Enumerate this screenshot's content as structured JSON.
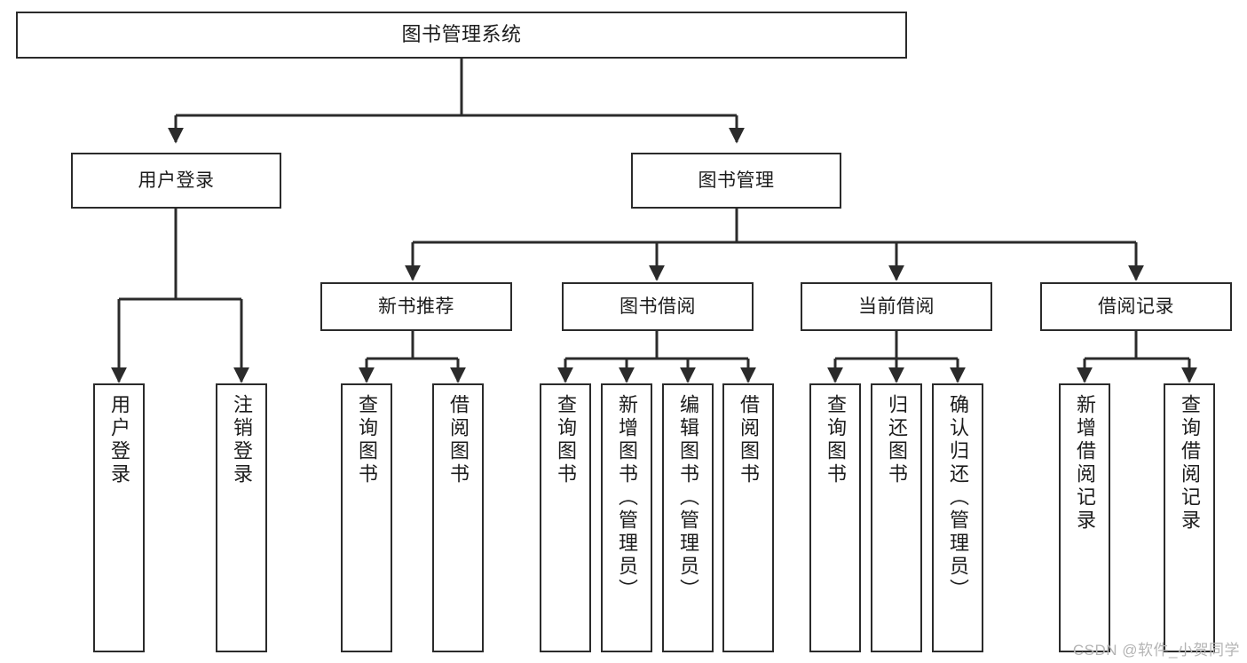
{
  "diagram": {
    "title": "图书管理系统",
    "type": "tree-hierarchy-chart",
    "watermark": "CSDN @软件_小贺同学",
    "colors": {
      "box_border": "#2b2b2b",
      "box_fill": "#ffffff",
      "line": "#2b2b2b",
      "text": "#1c1c1c",
      "watermark": "#b4b4b4",
      "background": "#ffffff"
    },
    "root": {
      "label": "图书管理系统"
    },
    "level1": [
      {
        "label": "用户登录"
      },
      {
        "label": "图书管理"
      }
    ],
    "level2": [
      {
        "label": "新书推荐"
      },
      {
        "label": "图书借阅"
      },
      {
        "label": "当前借阅"
      },
      {
        "label": "借阅记录"
      }
    ],
    "leaves": {
      "user_login": [
        {
          "label": "用户登录"
        },
        {
          "label": "注销登录"
        }
      ],
      "new_book_recommend": [
        {
          "label": "查询图书"
        },
        {
          "label": "借阅图书"
        }
      ],
      "book_borrow": [
        {
          "label": "查询图书"
        },
        {
          "label": "新增图书（管理员）"
        },
        {
          "label": "编辑图书（管理员）"
        },
        {
          "label": "借阅图书"
        }
      ],
      "current_borrow": [
        {
          "label": "查询图书"
        },
        {
          "label": "归还图书"
        },
        {
          "label": "确认归还（管理员）"
        }
      ],
      "borrow_record": [
        {
          "label": "新增借阅记录"
        },
        {
          "label": "查询借阅记录"
        }
      ]
    }
  }
}
